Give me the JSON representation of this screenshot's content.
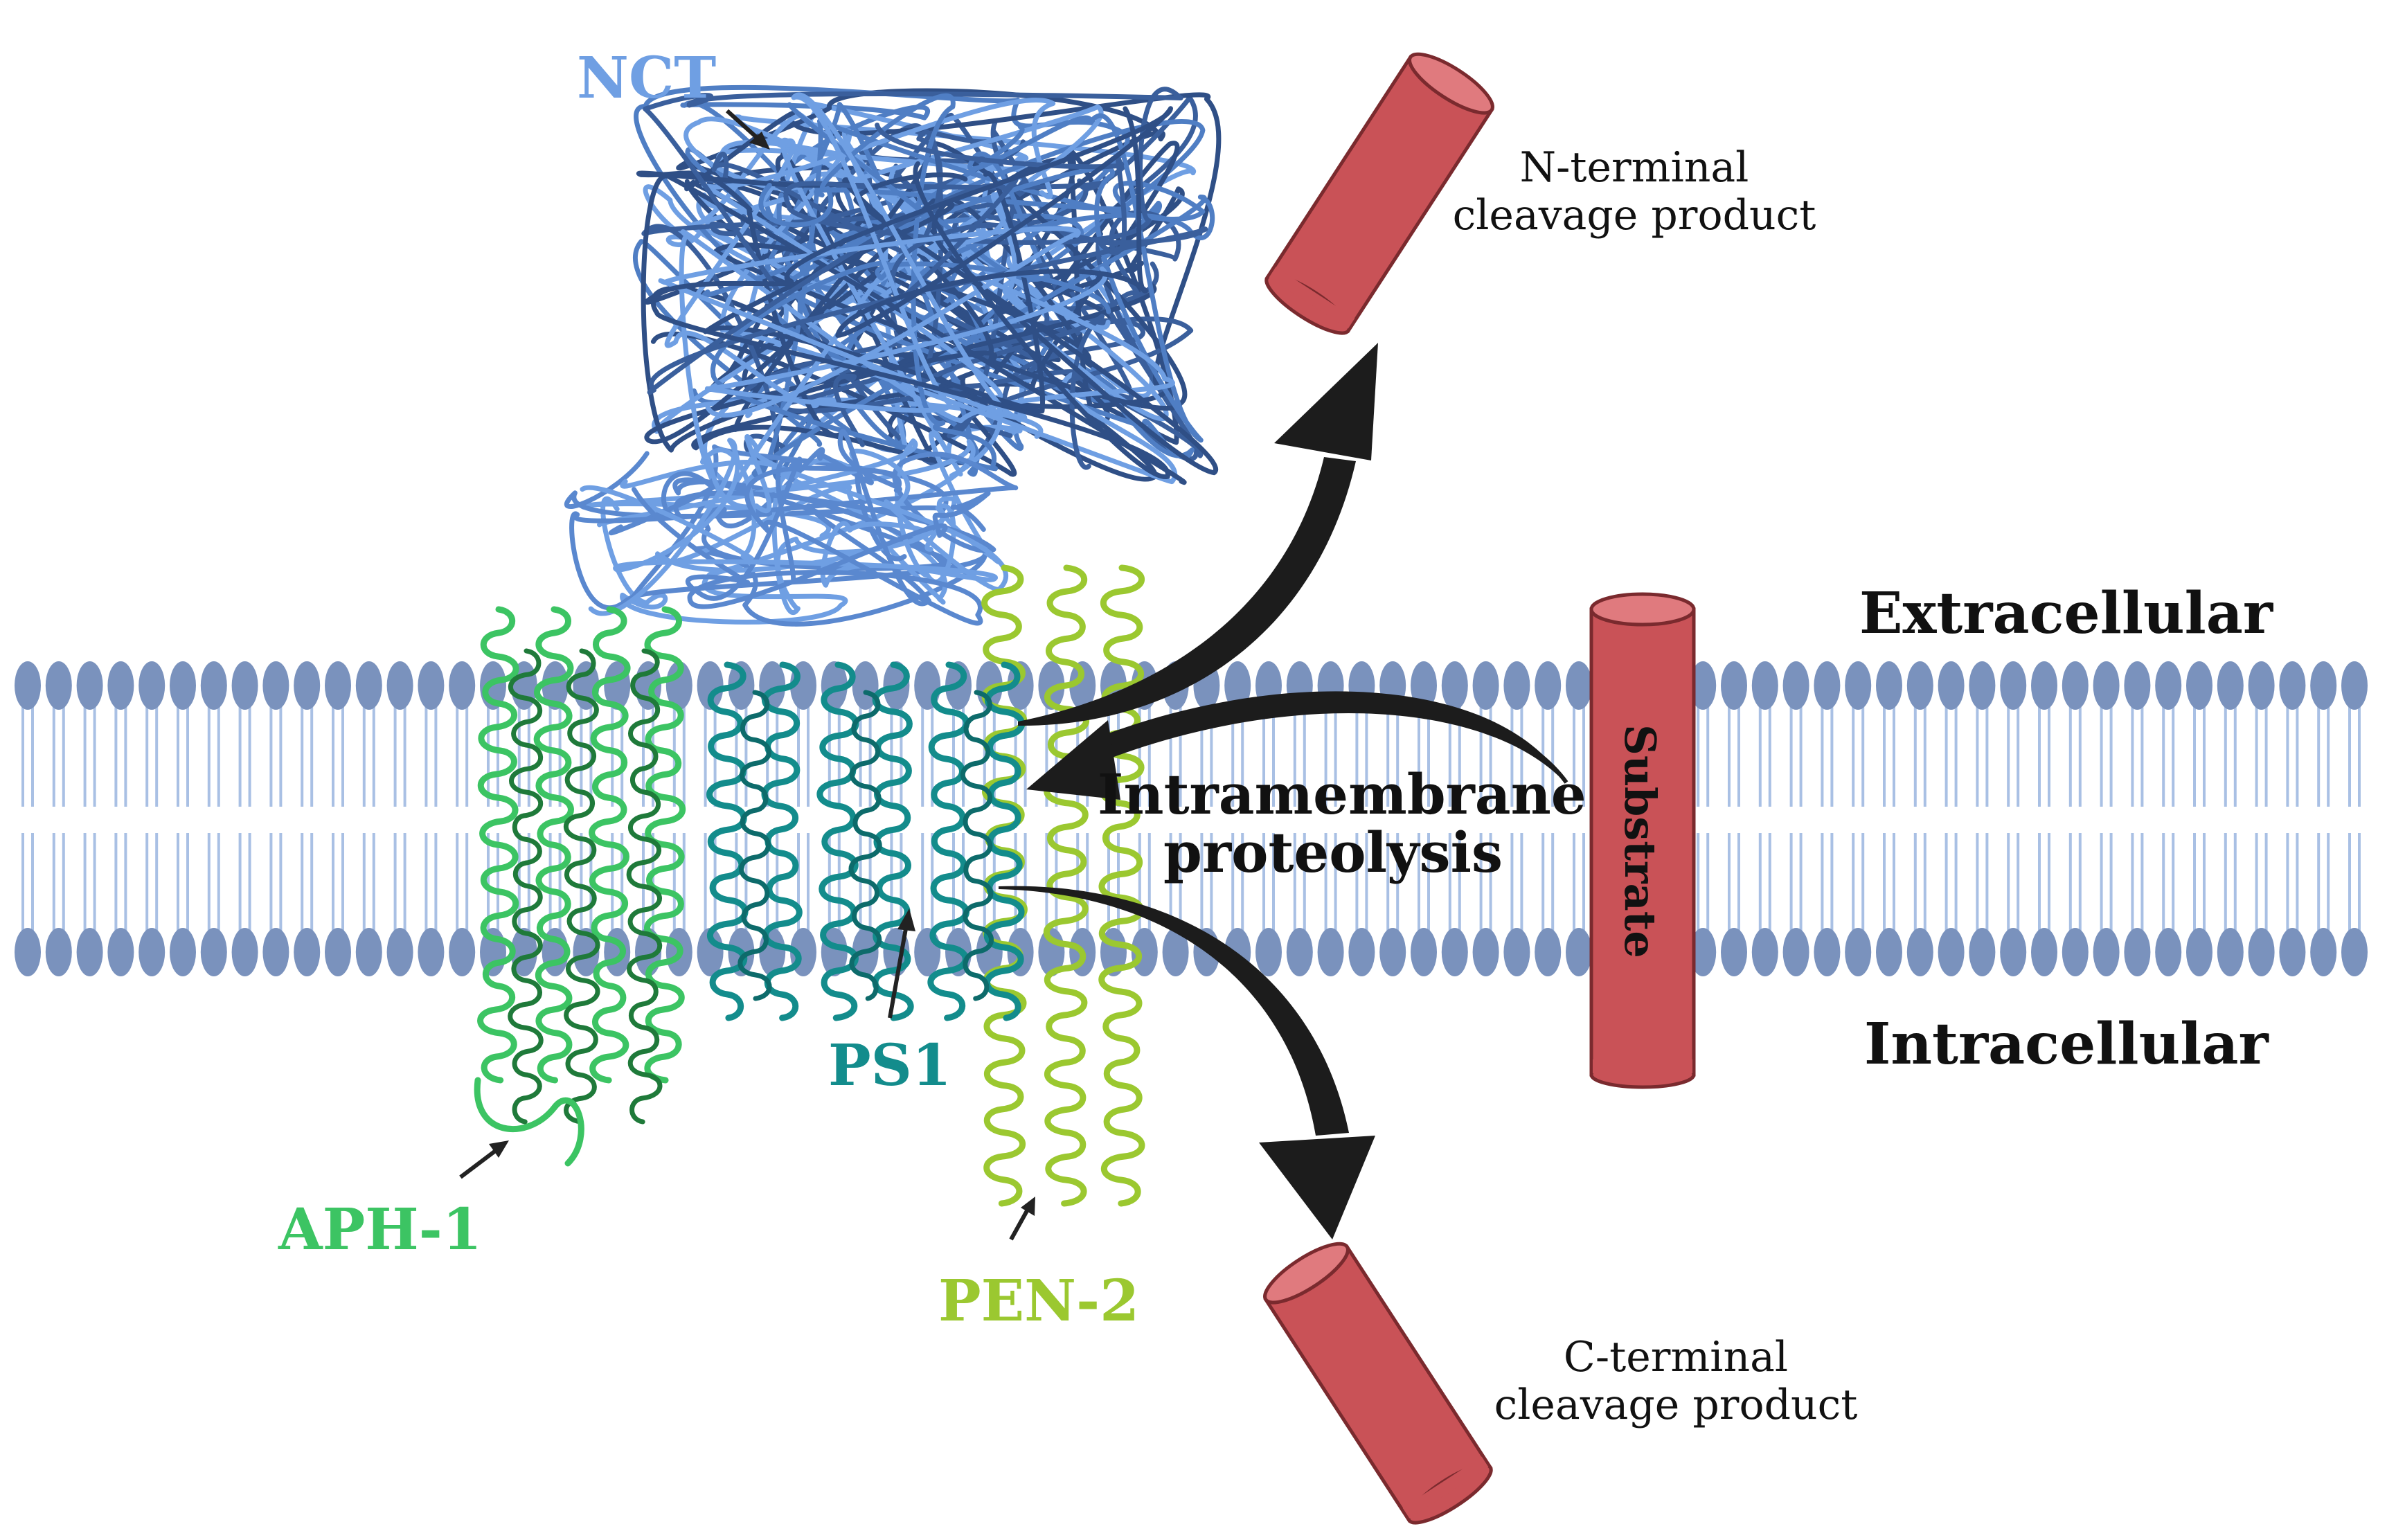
{
  "labels": {
    "nct": "NCT",
    "aph1": "APH-1",
    "ps1": "PS1",
    "pen2": "PEN-2",
    "extracellular": "Extracellular",
    "intracellular": "Intracellular",
    "process_line1": "Intramembrane",
    "process_line2": "proteolysis",
    "substrate": "Substrate",
    "n_product_line1": "N-terminal",
    "n_product_line2": "cleavage product",
    "c_product_line1": "C-terminal",
    "c_product_line2": "cleavage product"
  },
  "colors": {
    "nct": "#6f9fe3",
    "nct_dark": "#2f4f86",
    "aph1": "#3cc463",
    "aph1_dark": "#1f7a3a",
    "ps1": "#138c8c",
    "ps1_dark": "#0d6b6b",
    "pen2": "#9bc830",
    "lipid_head": "#7a92bd",
    "lipid_tail": "#a9c0e4",
    "substrate": "#c95257",
    "substrate_top": "#e07a7e",
    "arrow": "#222222"
  }
}
